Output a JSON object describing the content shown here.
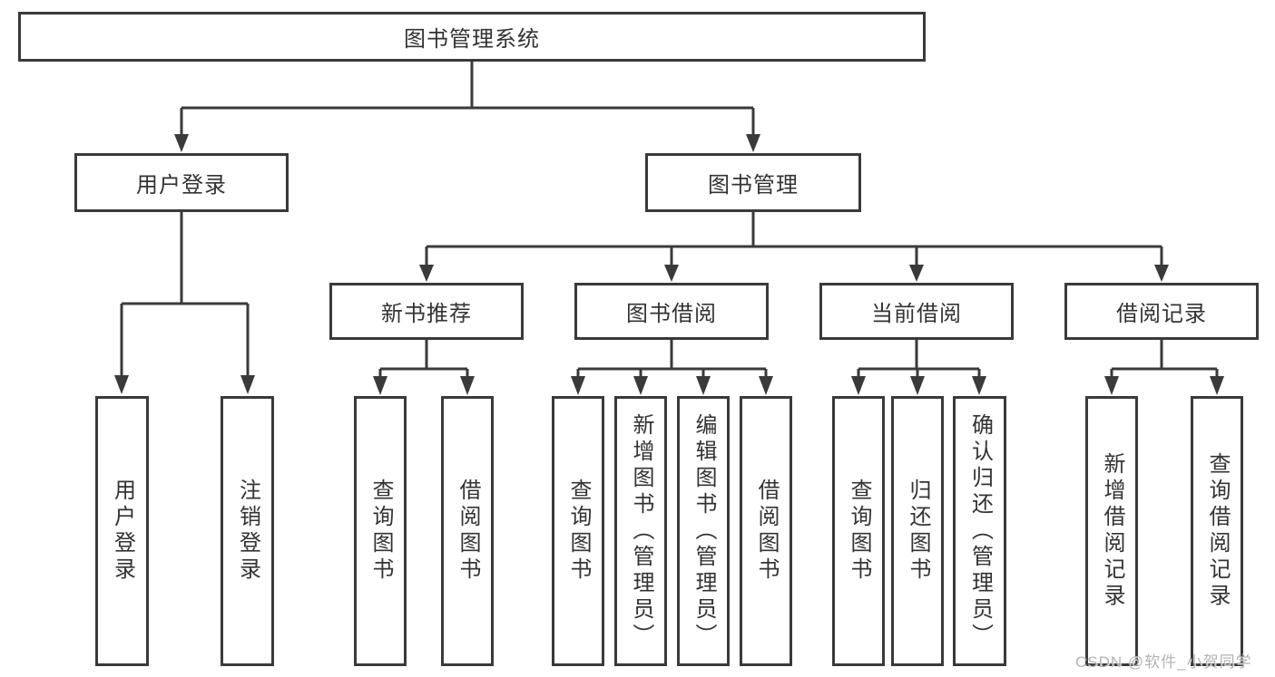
{
  "diagram": {
    "watermark": "CSDN @软件_小贺同学",
    "colors": {
      "line": "#3a3a3a",
      "border": "#3a3a3a",
      "text": "#333333",
      "watermark": "#b3b3b3",
      "background": "#ffffff"
    },
    "tree": {
      "label": "图书管理系统",
      "children": [
        {
          "label": "用户登录",
          "children": [
            {
              "label": "用户登录"
            },
            {
              "label": "注销登录"
            }
          ]
        },
        {
          "label": "图书管理",
          "children": [
            {
              "label": "新书推荐",
              "children": [
                {
                  "label": "查询图书"
                },
                {
                  "label": "借阅图书"
                }
              ]
            },
            {
              "label": "图书借阅",
              "children": [
                {
                  "label": "查询图书"
                },
                {
                  "label": "新增图书（管理员）"
                },
                {
                  "label": "编辑图书（管理员）"
                },
                {
                  "label": "借阅图书"
                }
              ]
            },
            {
              "label": "当前借阅",
              "children": [
                {
                  "label": "查询图书"
                },
                {
                  "label": "归还图书"
                },
                {
                  "label": "确认归还（管理员）"
                }
              ]
            },
            {
              "label": "借阅记录",
              "children": [
                {
                  "label": "新增借阅记录"
                },
                {
                  "label": "查询借阅记录"
                }
              ]
            }
          ]
        }
      ]
    }
  }
}
